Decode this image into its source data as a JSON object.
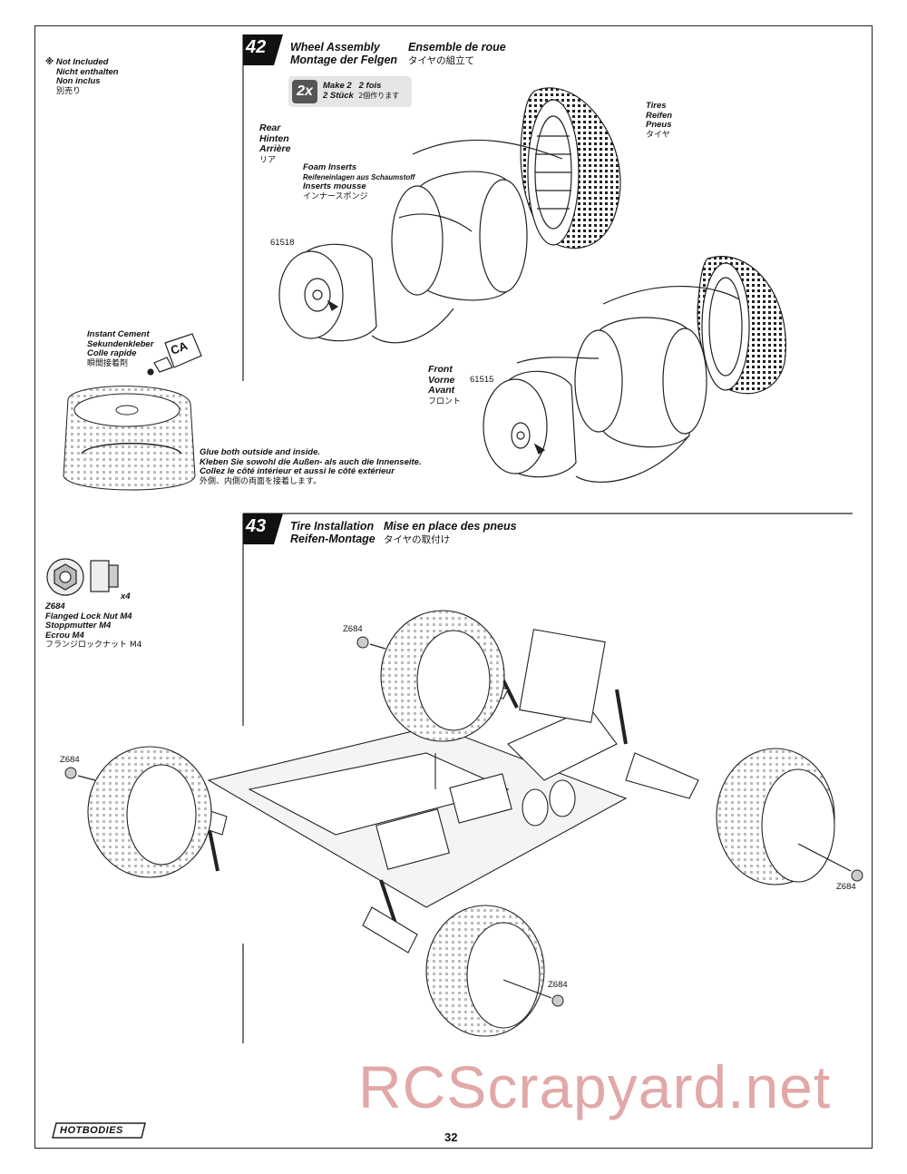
{
  "not_included": {
    "symbol": "※",
    "lines": [
      "Not Included",
      "Nicht enthalten",
      "Non inclus",
      "別売り"
    ]
  },
  "step42": {
    "number": "42",
    "title_en": "Wheel Assembly",
    "title_de": "Montage der Felgen",
    "title_fr": "Ensemble de roue",
    "title_jp": "タイヤの組立て",
    "make_badge": "2x",
    "make_en": "Make 2",
    "make_fr": "2 fois",
    "make_de": "2 Stück",
    "make_jp": "2個作ります",
    "tires": [
      "Tires",
      "Reifen",
      "Pneus",
      "タイヤ"
    ],
    "rear": [
      "Rear",
      "Hinten",
      "Arrière",
      "リア"
    ],
    "foam": [
      "Foam Inserts",
      "Reifeneinlagen aus Schaumstoff",
      "Inserts mousse",
      "インナースポンジ"
    ],
    "front": [
      "Front",
      "Vorne",
      "Avant",
      "フロント"
    ],
    "rear_part": "61518",
    "front_part": "61515",
    "cement": [
      "Instant Cement",
      "Sekundenkleber",
      "Colle rapide",
      "瞬間接着剤"
    ],
    "ca_label": "CA",
    "glue": [
      "Glue both outside and inside.",
      "Kleben Sie sowohl die Außen- als auch die Innenseite.",
      "Collez le côté intérieur et aussi le côté extérieur",
      "外側、内側の両面を接着します。"
    ]
  },
  "step43": {
    "number": "43",
    "title_en": "Tire Installation",
    "title_de": "Reifen-Montage",
    "title_fr": "Mise en place des pneus",
    "title_jp": "タイヤの取付け",
    "nut_qty": "x4",
    "nut_info": [
      "Z684",
      "Flanged Lock Nut M4",
      "Stoppmutter M4",
      "Ecrou M4",
      "フランジロックナット M4"
    ],
    "callouts": [
      "Z684",
      "Z684",
      "Z684",
      "Z684"
    ]
  },
  "footer": {
    "logo": "HOTBODIES",
    "page": "32",
    "watermark": "RCScrapyard.net"
  }
}
